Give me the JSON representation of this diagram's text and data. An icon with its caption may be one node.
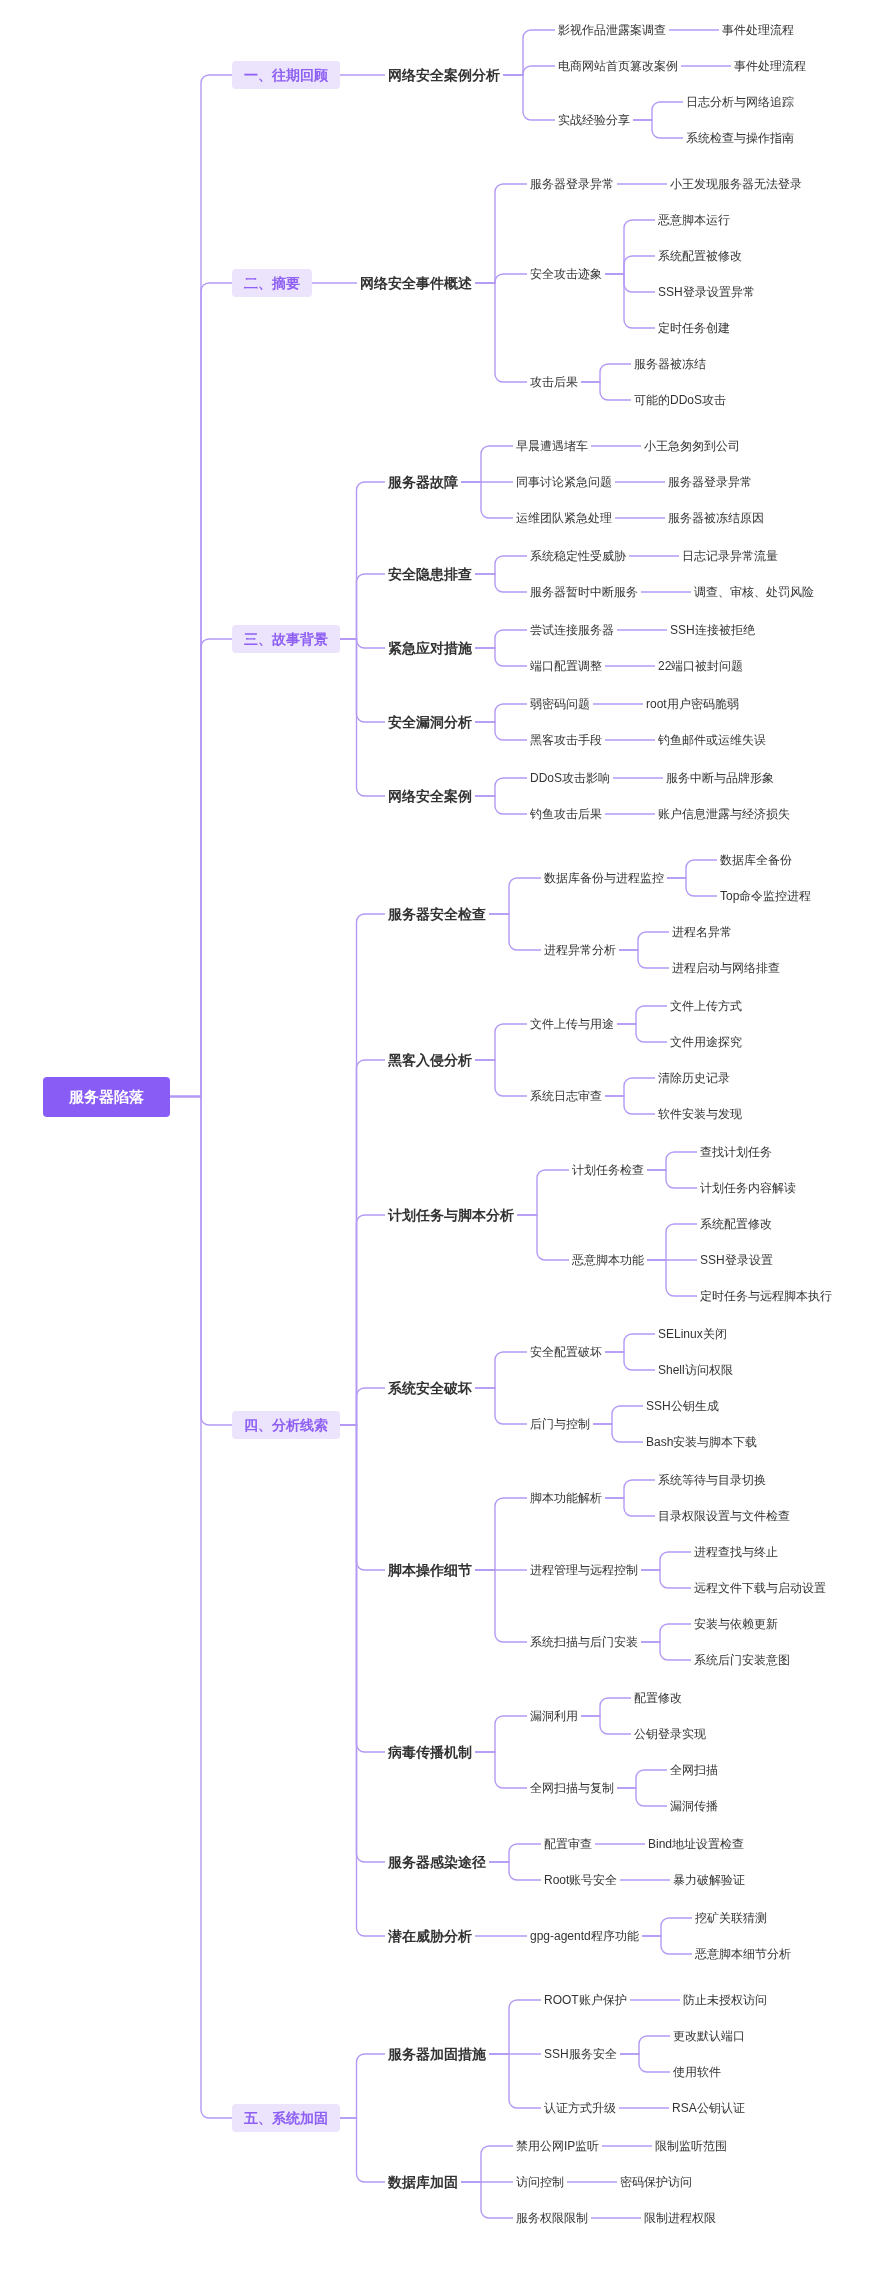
{
  "diagram": {
    "nodes": [
      {
        "text": [
          "服务器陷落"
        ]
      },
      {
        "text": [
          "一、往期回顾"
        ]
      },
      {
        "text": [
          "网络安全案例分析"
        ]
      },
      {
        "text": [
          "影视作品泄露案调查"
        ]
      },
      {
        "text": [
          "事件处理流程"
        ]
      },
      {
        "text": [
          "电商网站首页篡改案例"
        ]
      },
      {
        "text": [
          "事件处理流程"
        ]
      },
      {
        "text": [
          "实战经验分享"
        ]
      },
      {
        "text": [
          "日志分析与网络追踪"
        ]
      },
      {
        "text": [
          "系统检查与操作指南"
        ]
      },
      {
        "text": [
          "二、摘要"
        ]
      },
      {
        "text": [
          "网络安全事件概述"
        ]
      },
      {
        "text": [
          "服务器登录异常"
        ]
      },
      {
        "text": [
          "小王发现服务器无法登录"
        ]
      },
      {
        "text": [
          "安全攻击迹象"
        ]
      },
      {
        "text": [
          "恶意脚本运行"
        ]
      },
      {
        "text": [
          "系统配置被修改"
        ]
      },
      {
        "text": [
          "SSH登录设置异常"
        ]
      },
      {
        "text": [
          "定时任务创建"
        ]
      },
      {
        "text": [
          "攻击后果"
        ]
      },
      {
        "text": [
          "服务器被冻结"
        ]
      },
      {
        "text": [
          "可能的DDoS攻击"
        ]
      },
      {
        "text": [
          "三、故事背景"
        ]
      },
      {
        "text": [
          "服务器故障"
        ]
      },
      {
        "text": [
          "早晨遭遇堵车"
        ]
      },
      {
        "text": [
          "小王急匆匆到公司"
        ]
      },
      {
        "text": [
          "同事讨论紧急问题"
        ]
      },
      {
        "text": [
          "服务器登录异常"
        ]
      },
      {
        "text": [
          "运维团队紧急处理"
        ]
      },
      {
        "text": [
          "服务器被冻结原因"
        ]
      },
      {
        "text": [
          "安全隐患排查"
        ]
      },
      {
        "text": [
          "系统稳定性受威胁"
        ]
      },
      {
        "text": [
          "日志记录异常流量"
        ]
      },
      {
        "text": [
          "服务器暂时中断服务"
        ]
      },
      {
        "text": [
          "调查、审核、处罚风险"
        ]
      },
      {
        "text": [
          "紧急应对措施"
        ]
      },
      {
        "text": [
          "尝试连接服务器"
        ]
      },
      {
        "text": [
          "SSH连接被拒绝"
        ]
      },
      {
        "text": [
          "端口配置调整"
        ]
      },
      {
        "text": [
          "22端口被封问题"
        ]
      },
      {
        "text": [
          "安全漏洞分析"
        ]
      },
      {
        "text": [
          "弱密码问题"
        ]
      },
      {
        "text": [
          "root用户密码脆弱"
        ]
      },
      {
        "text": [
          "黑客攻击手段"
        ]
      },
      {
        "text": [
          "钓鱼邮件或运维失误"
        ]
      },
      {
        "text": [
          "网络安全案例"
        ]
      },
      {
        "text": [
          "DDoS攻击影响"
        ]
      },
      {
        "text": [
          "服务中断与品牌形象"
        ]
      },
      {
        "text": [
          "钓鱼攻击后果"
        ]
      },
      {
        "text": [
          "账户信息泄露与经济损失"
        ]
      },
      {
        "text": [
          "四、分析线索"
        ]
      },
      {
        "text": [
          "服务器安全检查"
        ]
      },
      {
        "text": [
          "数据库备份与进程监控"
        ]
      },
      {
        "text": [
          "数据库全备份"
        ]
      },
      {
        "text": [
          "Top命令监控进程"
        ]
      },
      {
        "text": [
          "进程异常分析"
        ]
      },
      {
        "text": [
          "进程名异常"
        ]
      },
      {
        "text": [
          "进程启动与网络排查"
        ]
      },
      {
        "text": [
          "黑客入侵分析"
        ]
      },
      {
        "text": [
          "文件上传与用途"
        ]
      },
      {
        "text": [
          "文件上传方式"
        ]
      },
      {
        "text": [
          "文件用途探究"
        ]
      },
      {
        "text": [
          "系统日志审查"
        ]
      },
      {
        "text": [
          "清除历史记录"
        ]
      },
      {
        "text": [
          "软件安装与发现"
        ]
      },
      {
        "text": [
          "计划任务与脚本分析"
        ]
      },
      {
        "text": [
          "计划任务检查"
        ]
      },
      {
        "text": [
          "查找计划任务"
        ]
      },
      {
        "text": [
          "计划任务内容解读"
        ]
      },
      {
        "text": [
          "恶意脚本功能"
        ]
      },
      {
        "text": [
          "系统配置修改"
        ]
      },
      {
        "text": [
          "SSH登录设置"
        ]
      },
      {
        "text": [
          "定时任务与远程脚本执行"
        ]
      },
      {
        "text": [
          "系统安全破坏"
        ]
      },
      {
        "text": [
          "安全配置破坏"
        ]
      },
      {
        "text": [
          "SELinux关闭"
        ]
      },
      {
        "text": [
          "Shell访问权限"
        ]
      },
      {
        "text": [
          "后门与控制"
        ]
      },
      {
        "text": [
          "SSH公钥生成"
        ]
      },
      {
        "text": [
          "Bash安装与脚本下载"
        ]
      },
      {
        "text": [
          "脚本操作细节"
        ]
      },
      {
        "text": [
          "脚本功能解析"
        ]
      },
      {
        "text": [
          "系统等待与目录切换"
        ]
      },
      {
        "text": [
          "目录权限设置与文件检查"
        ]
      },
      {
        "text": [
          "进程管理与远程控制"
        ]
      },
      {
        "text": [
          "进程查找与终止"
        ]
      },
      {
        "text": [
          "远程文件下载与启动设置"
        ]
      },
      {
        "text": [
          "系统扫描与后门安装"
        ]
      },
      {
        "text": [
          "安装与依赖更新"
        ]
      },
      {
        "text": [
          "系统后门安装意图"
        ]
      },
      {
        "text": [
          "病毒传播机制"
        ]
      },
      {
        "text": [
          "漏洞利用"
        ]
      },
      {
        "text": [
          "配置修改"
        ]
      },
      {
        "text": [
          "公钥登录实现"
        ]
      },
      {
        "text": [
          "全网扫描与复制"
        ]
      },
      {
        "text": [
          "全网扫描"
        ]
      },
      {
        "text": [
          "漏洞传播"
        ]
      },
      {
        "text": [
          "服务器感染途径"
        ]
      },
      {
        "text": [
          "配置审查"
        ]
      },
      {
        "text": [
          "Bind地址设置检查"
        ]
      },
      {
        "text": [
          "Root账号安全"
        ]
      },
      {
        "text": [
          "暴力破解验证"
        ]
      },
      {
        "text": [
          "潜在威胁分析"
        ]
      },
      {
        "text": [
          "gpg-agentd程序功能"
        ]
      },
      {
        "text": [
          "挖矿关联猜测"
        ]
      },
      {
        "text": [
          "恶意脚本细节分析"
        ]
      },
      {
        "text": [
          "五、系统加固"
        ]
      },
      {
        "text": [
          "服务器加固措施"
        ]
      },
      {
        "text": [
          "ROOT账户保护"
        ]
      },
      {
        "text": [
          "防止未授权访问"
        ]
      },
      {
        "text": [
          "SSH服务安全"
        ]
      },
      {
        "text": [
          "更改默认端口"
        ]
      },
      {
        "text": [
          "使用软件"
        ]
      },
      {
        "text": [
          "认证方式升级"
        ]
      },
      {
        "text": [
          "RSA公钥认证"
        ]
      },
      {
        "text": [
          "数据库加固"
        ]
      },
      {
        "text": [
          "禁用公网IP监听"
        ]
      },
      {
        "text": [
          "限制监听范围"
        ]
      },
      {
        "text": [
          "访问控制"
        ]
      },
      {
        "text": [
          "密码保护访问"
        ]
      },
      {
        "text": [
          "服务权限限制"
        ]
      },
      {
        "text": [
          "限制进程权限"
        ]
      }
    ],
    "edges": [
      {
        "from": 0,
        "to": 1,
        "arrow": "none"
      },
      {
        "from": 1,
        "to": 2,
        "arrow": "none"
      },
      {
        "from": 2,
        "to": 3,
        "arrow": "none"
      },
      {
        "from": 3,
        "to": 4,
        "arrow": "none"
      },
      {
        "from": 2,
        "to": 5,
        "arrow": "none"
      },
      {
        "from": 5,
        "to": 6,
        "arrow": "none"
      },
      {
        "from": 2,
        "to": 7,
        "arrow": "none"
      },
      {
        "from": 7,
        "to": 8,
        "arrow": "none"
      },
      {
        "from": 7,
        "to": 9,
        "arrow": "none"
      },
      {
        "from": 0,
        "to": 10,
        "arrow": "none"
      },
      {
        "from": 10,
        "to": 11,
        "arrow": "none"
      },
      {
        "from": 11,
        "to": 12,
        "arrow": "none"
      },
      {
        "from": 12,
        "to": 13,
        "arrow": "none"
      },
      {
        "from": 11,
        "to": 14,
        "arrow": "none"
      },
      {
        "from": 14,
        "to": 15,
        "arrow": "none"
      },
      {
        "from": 14,
        "to": 16,
        "arrow": "none"
      },
      {
        "from": 14,
        "to": 17,
        "arrow": "none"
      },
      {
        "from": 14,
        "to": 18,
        "arrow": "none"
      },
      {
        "from": 11,
        "to": 19,
        "arrow": "none"
      },
      {
        "from": 19,
        "to": 20,
        "arrow": "none"
      },
      {
        "from": 19,
        "to": 21,
        "arrow": "none"
      },
      {
        "from": 0,
        "to": 22,
        "arrow": "none"
      },
      {
        "from": 22,
        "to": 23,
        "arrow": "none"
      },
      {
        "from": 23,
        "to": 24,
        "arrow": "none"
      },
      {
        "from": 24,
        "to": 25,
        "arrow": "none"
      },
      {
        "from": 23,
        "to": 26,
        "arrow": "none"
      },
      {
        "from": 26,
        "to": 27,
        "arrow": "none"
      },
      {
        "from": 23,
        "to": 28,
        "arrow": "none"
      },
      {
        "from": 28,
        "to": 29,
        "arrow": "none"
      },
      {
        "from": 22,
        "to": 30,
        "arrow": "none"
      },
      {
        "from": 30,
        "to": 31,
        "arrow": "none"
      },
      {
        "from": 31,
        "to": 32,
        "arrow": "none"
      },
      {
        "from": 30,
        "to": 33,
        "arrow": "none"
      },
      {
        "from": 33,
        "to": 34,
        "arrow": "none"
      },
      {
        "from": 22,
        "to": 35,
        "arrow": "none"
      },
      {
        "from": 35,
        "to": 36,
        "arrow": "none"
      },
      {
        "from": 36,
        "to": 37,
        "arrow": "none"
      },
      {
        "from": 35,
        "to": 38,
        "arrow": "none"
      },
      {
        "from": 38,
        "to": 39,
        "arrow": "none"
      },
      {
        "from": 22,
        "to": 40,
        "arrow": "none"
      },
      {
        "from": 40,
        "to": 41,
        "arrow": "none"
      },
      {
        "from": 41,
        "to": 42,
        "arrow": "none"
      },
      {
        "from": 40,
        "to": 43,
        "arrow": "none"
      },
      {
        "from": 43,
        "to": 44,
        "arrow": "none"
      },
      {
        "from": 22,
        "to": 45,
        "arrow": "none"
      },
      {
        "from": 45,
        "to": 46,
        "arrow": "none"
      },
      {
        "from": 46,
        "to": 47,
        "arrow": "none"
      },
      {
        "from": 45,
        "to": 48,
        "arrow": "none"
      },
      {
        "from": 48,
        "to": 49,
        "arrow": "none"
      },
      {
        "from": 0,
        "to": 50,
        "arrow": "none"
      },
      {
        "from": 50,
        "to": 51,
        "arrow": "none"
      },
      {
        "from": 51,
        "to": 52,
        "arrow": "none"
      },
      {
        "from": 52,
        "to": 53,
        "arrow": "none"
      },
      {
        "from": 52,
        "to": 54,
        "arrow": "none"
      },
      {
        "from": 51,
        "to": 55,
        "arrow": "none"
      },
      {
        "from": 55,
        "to": 56,
        "arrow": "none"
      },
      {
        "from": 55,
        "to": 57,
        "arrow": "none"
      },
      {
        "from": 50,
        "to": 58,
        "arrow": "none"
      },
      {
        "from": 58,
        "to": 59,
        "arrow": "none"
      },
      {
        "from": 59,
        "to": 60,
        "arrow": "none"
      },
      {
        "from": 59,
        "to": 61,
        "arrow": "none"
      },
      {
        "from": 58,
        "to": 62,
        "arrow": "none"
      },
      {
        "from": 62,
        "to": 63,
        "arrow": "none"
      },
      {
        "from": 62,
        "to": 64,
        "arrow": "none"
      },
      {
        "from": 50,
        "to": 65,
        "arrow": "none"
      },
      {
        "from": 65,
        "to": 66,
        "arrow": "none"
      },
      {
        "from": 66,
        "to": 67,
        "arrow": "none"
      },
      {
        "from": 66,
        "to": 68,
        "arrow": "none"
      },
      {
        "from": 65,
        "to": 69,
        "arrow": "none"
      },
      {
        "from": 69,
        "to": 70,
        "arrow": "none"
      },
      {
        "from": 69,
        "to": 71,
        "arrow": "none"
      },
      {
        "from": 69,
        "to": 72,
        "arrow": "none"
      },
      {
        "from": 50,
        "to": 73,
        "arrow": "none"
      },
      {
        "from": 73,
        "to": 74,
        "arrow": "none"
      },
      {
        "from": 74,
        "to": 75,
        "arrow": "none"
      },
      {
        "from": 74,
        "to": 76,
        "arrow": "none"
      },
      {
        "from": 73,
        "to": 77,
        "arrow": "none"
      },
      {
        "from": 77,
        "to": 78,
        "arrow": "none"
      },
      {
        "from": 77,
        "to": 79,
        "arrow": "none"
      },
      {
        "from": 50,
        "to": 80,
        "arrow": "none"
      },
      {
        "from": 80,
        "to": 81,
        "arrow": "none"
      },
      {
        "from": 81,
        "to": 82,
        "arrow": "none"
      },
      {
        "from": 81,
        "to": 83,
        "arrow": "none"
      },
      {
        "from": 80,
        "to": 84,
        "arrow": "none"
      },
      {
        "from": 84,
        "to": 85,
        "arrow": "none"
      },
      {
        "from": 84,
        "to": 86,
        "arrow": "none"
      },
      {
        "from": 80,
        "to": 87,
        "arrow": "none"
      },
      {
        "from": 87,
        "to": 88,
        "arrow": "none"
      },
      {
        "from": 87,
        "to": 89,
        "arrow": "none"
      },
      {
        "from": 50,
        "to": 90,
        "arrow": "none"
      },
      {
        "from": 90,
        "to": 91,
        "arrow": "none"
      },
      {
        "from": 91,
        "to": 92,
        "arrow": "none"
      },
      {
        "from": 91,
        "to": 93,
        "arrow": "none"
      },
      {
        "from": 90,
        "to": 94,
        "arrow": "none"
      },
      {
        "from": 94,
        "to": 95,
        "arrow": "none"
      },
      {
        "from": 94,
        "to": 96,
        "arrow": "none"
      },
      {
        "from": 50,
        "to": 97,
        "arrow": "none"
      },
      {
        "from": 97,
        "to": 98,
        "arrow": "none"
      },
      {
        "from": 98,
        "to": 99,
        "arrow": "none"
      },
      {
        "from": 97,
        "to": 100,
        "arrow": "none"
      },
      {
        "from": 100,
        "to": 101,
        "arrow": "none"
      },
      {
        "from": 50,
        "to": 102,
        "arrow": "none"
      },
      {
        "from": 102,
        "to": 103,
        "arrow": "none"
      },
      {
        "from": 103,
        "to": 104,
        "arrow": "none"
      },
      {
        "from": 103,
        "to": 105,
        "arrow": "none"
      },
      {
        "from": 0,
        "to": 106,
        "arrow": "none"
      },
      {
        "from": 106,
        "to": 107,
        "arrow": "none"
      },
      {
        "from": 107,
        "to": 108,
        "arrow": "none"
      },
      {
        "from": 108,
        "to": 109,
        "arrow": "none"
      },
      {
        "from": 107,
        "to": 110,
        "arrow": "none"
      },
      {
        "from": 110,
        "to": 111,
        "arrow": "none"
      },
      {
        "from": 110,
        "to": 112,
        "arrow": "none"
      },
      {
        "from": 107,
        "to": 113,
        "arrow": "none"
      },
      {
        "from": 113,
        "to": 114,
        "arrow": "none"
      },
      {
        "from": 106,
        "to": 115,
        "arrow": "none"
      },
      {
        "from": 115,
        "to": 116,
        "arrow": "none"
      },
      {
        "from": 116,
        "to": 117,
        "arrow": "none"
      },
      {
        "from": 115,
        "to": 118,
        "arrow": "none"
      },
      {
        "from": 118,
        "to": 119,
        "arrow": "none"
      },
      {
        "from": 115,
        "to": 120,
        "arrow": "none"
      },
      {
        "from": 120,
        "to": 121,
        "arrow": "none"
      }
    ]
  }
}
